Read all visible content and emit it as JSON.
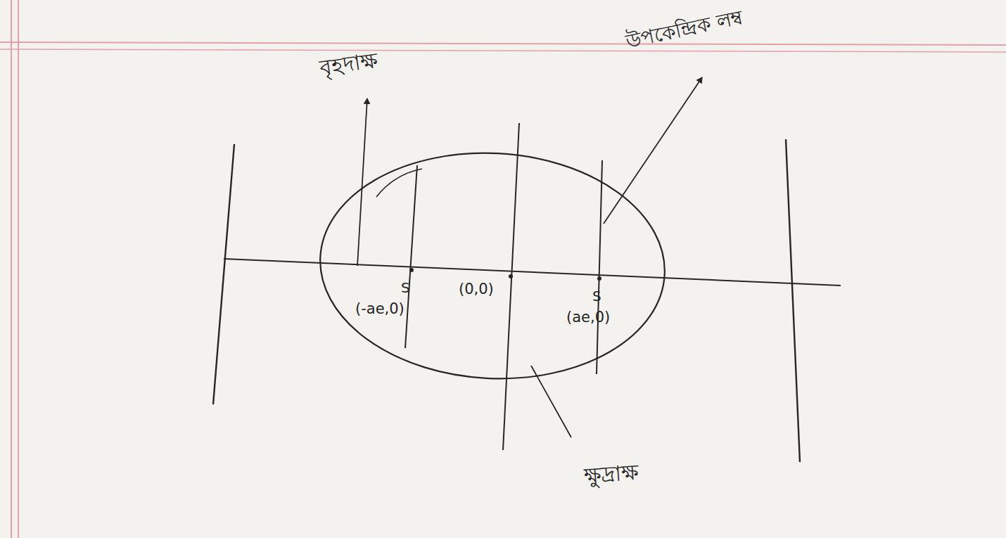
{
  "diagram": {
    "labels": [
      "বৃহদাক্ষ",
      "উপকেন্দ্রিক লম্ব",
      "ক্ষুদ্রাক্ষ",
      "S",
      "(-ae,0)",
      "(0,0)",
      "S",
      "(ae,0)"
    ]
  }
}
